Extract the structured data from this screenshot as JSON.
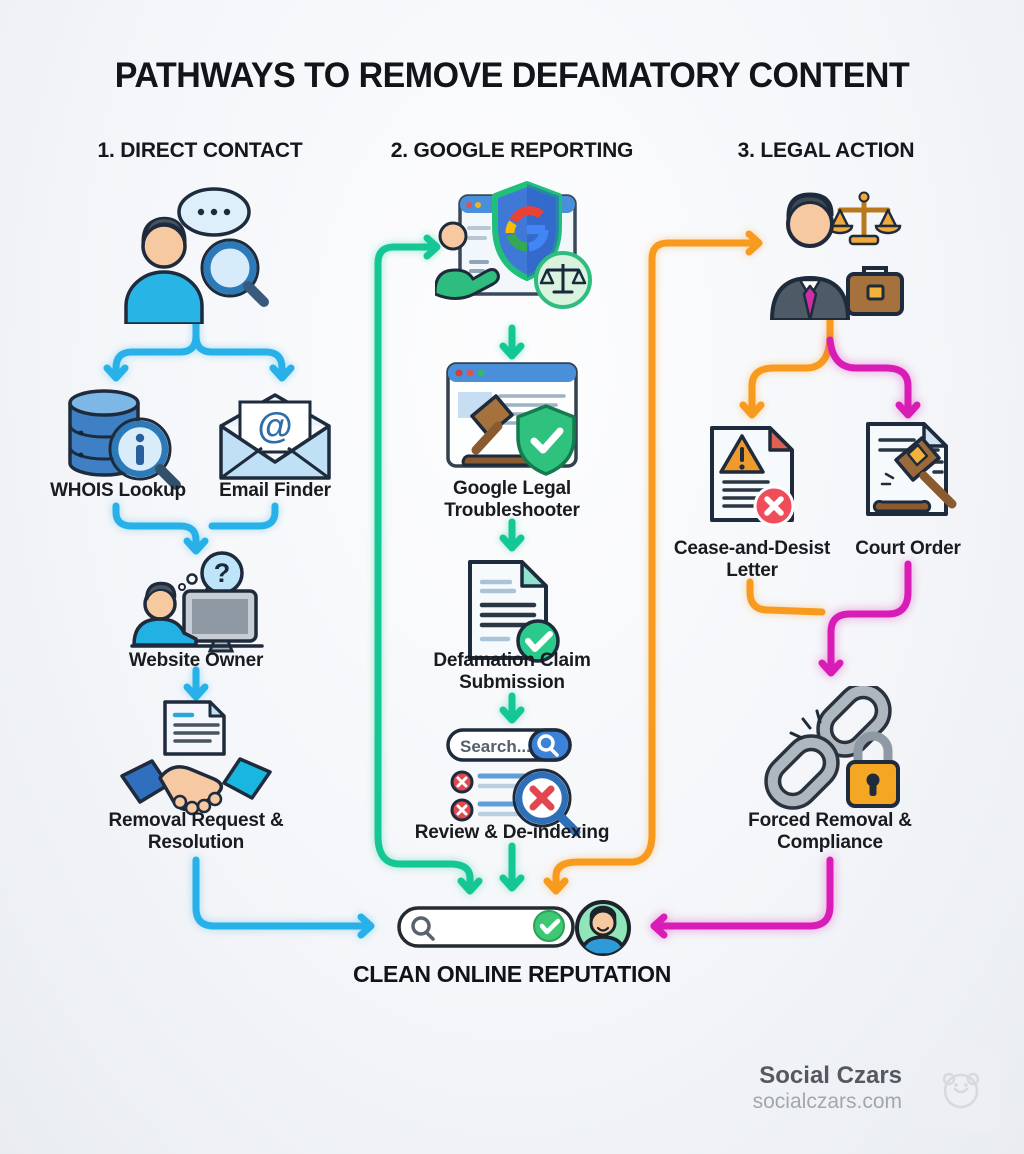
{
  "title": "PATHWAYS TO REMOVE DEFAMATORY CONTENT",
  "columns": [
    {
      "header": "1. DIRECT CONTACT",
      "items": [
        {
          "label": "WHOIS Lookup"
        },
        {
          "label": "Email Finder"
        },
        {
          "label": "Website Owner"
        },
        {
          "label": "Removal Request & Resolution"
        }
      ]
    },
    {
      "header": "2. GOOGLE REPORTING",
      "search_placeholder": "Search...",
      "items": [
        {
          "label": "Google Legal Troubleshooter"
        },
        {
          "label": "Defamation Claim Submission"
        },
        {
          "label": "Review & De-indexing"
        }
      ]
    },
    {
      "header": "3. LEGAL ACTION",
      "items": [
        {
          "label": "Cease-and-Desist Letter"
        },
        {
          "label": "Court Order"
        },
        {
          "label": "Forced Removal & Compliance"
        }
      ]
    }
  ],
  "result": {
    "label": "CLEAN ONLINE REPUTATION"
  },
  "footer": {
    "brand": "Social Czars",
    "website": "socialczars.com"
  },
  "glyphs": {
    "email_at": "@",
    "question_mark": "?"
  },
  "colors": {
    "direct_contact_path": "#27b1e8",
    "google_path": "#14c795",
    "legal_orange_path": "#f79a1e",
    "legal_magenta_path": "#d81cb5",
    "warning_red": "#ef4d5a",
    "success_green": "#2ec27e",
    "shield_blue": "#3f78d6",
    "gold": "#f2a93b"
  },
  "icons": {
    "column1_top": "person-thinking-magnifier-icon",
    "whois": "database-search-icon",
    "email": "envelope-at-icon",
    "website_owner": "person-at-computer-icon",
    "removal_request": "handshake-document-icon",
    "column2_top": "google-shield-scales-icon",
    "troubleshooter": "browser-gavel-shield-icon",
    "claim": "document-check-icon",
    "deindex": "search-results-removal-icon",
    "column3_top": "lawyer-scales-briefcase-icon",
    "cease": "warning-letter-icon",
    "court_order": "gavel-document-icon",
    "forced_removal": "broken-chain-padlock-icon",
    "result": "clean-search-bar-avatar-icon",
    "footer_logo": "social-czars-logo"
  }
}
